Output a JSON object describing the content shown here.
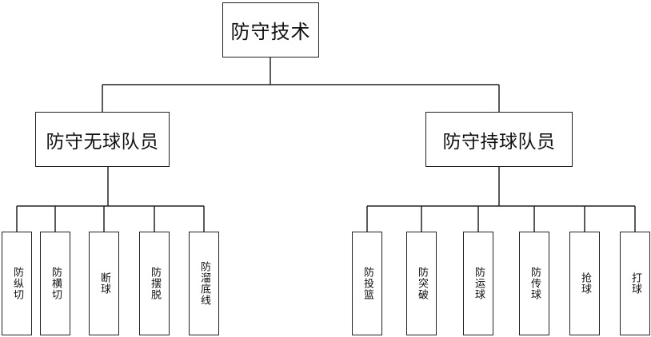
{
  "diagram": {
    "root": {
      "label": "防守技术"
    },
    "branches": [
      {
        "label": "防守无球队员",
        "leaves": [
          "防纵切",
          "防横切",
          "断球",
          "防摆脱",
          "防溜底线"
        ]
      },
      {
        "label": "防守持球队员",
        "leaves": [
          "防投篮",
          "防突破",
          "防运球",
          "防传球",
          "抢球",
          "打球"
        ]
      }
    ]
  },
  "colors": {
    "line": "#222222",
    "box_border": "#222222",
    "background": "#ffffff"
  }
}
